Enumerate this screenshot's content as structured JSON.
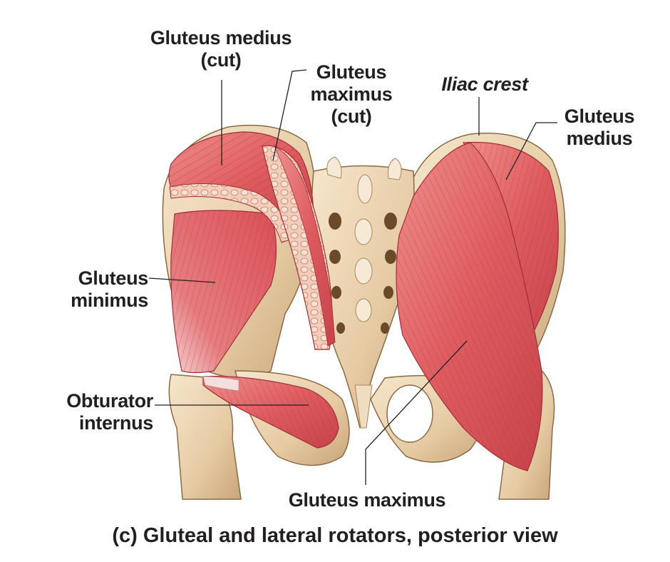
{
  "labels": {
    "gluteus_medius_cut": [
      "Gluteus medius",
      "(cut)"
    ],
    "gluteus_maximus_cut": [
      "Gluteus",
      "maximus",
      "(cut)"
    ],
    "iliac_crest": [
      "Iliac crest"
    ],
    "gluteus_medius": [
      "Gluteus",
      "medius"
    ],
    "gluteus_minimus": [
      "Gluteus",
      "minimus"
    ],
    "obturator_internus": [
      "Obturator",
      "internus"
    ],
    "gluteus_maximus": [
      "Gluteus maximus"
    ]
  },
  "caption": "(c) Gluteal and lateral rotators, posterior view",
  "colors": {
    "muscle": "#d9545a",
    "muscle_light": "#ee9a9a",
    "bone": "#e9d2b0",
    "bone_shadow": "#b08a5e",
    "leader": "#231f20"
  }
}
